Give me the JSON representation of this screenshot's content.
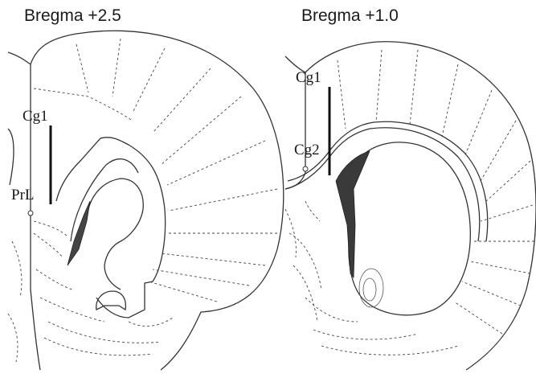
{
  "panels": [
    {
      "title": "Bregma +2.5",
      "labels": [
        "Cg1",
        "PrL"
      ]
    },
    {
      "title": "Bregma +1.0",
      "labels": [
        "Cg1",
        "Cg2"
      ]
    }
  ]
}
